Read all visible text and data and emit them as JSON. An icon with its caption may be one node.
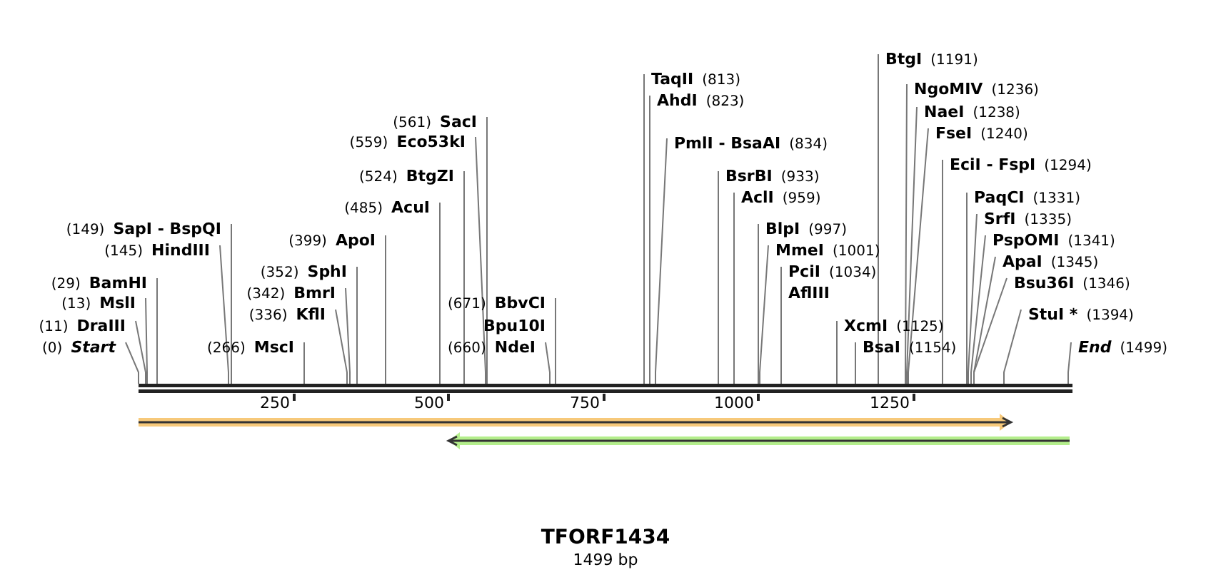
{
  "diagram": {
    "title": "TFORF1434",
    "caption": "1499 bp",
    "nodes": [
      {
        "text": [
          "(0)",
          "Start"
        ]
      },
      {
        "text": [
          "(11)",
          "DraIII"
        ]
      },
      {
        "text": [
          "(13)",
          "MslI"
        ]
      },
      {
        "text": [
          "(29)",
          "BamHI"
        ]
      },
      {
        "text": [
          "(145)",
          "HindIII"
        ]
      },
      {
        "text": [
          "(149)",
          "SapI - BspQI"
        ]
      },
      {
        "text": [
          "(266)",
          "MscI"
        ]
      },
      {
        "text": [
          "(336)",
          "KflI"
        ]
      },
      {
        "text": [
          "(342)",
          "BmrI"
        ]
      },
      {
        "text": [
          "(352)",
          "SphI"
        ]
      },
      {
        "text": [
          "(399)",
          "ApoI"
        ]
      },
      {
        "text": [
          "(485)",
          "AcuI"
        ]
      },
      {
        "text": [
          "(524)",
          "BtgZI"
        ]
      },
      {
        "text": [
          "(559)",
          "Eco53kI"
        ]
      },
      {
        "text": [
          "(561)",
          "SacI"
        ]
      },
      {
        "text": [
          "(660)",
          "NdeI"
        ]
      },
      {
        "text": [
          "Bpu10I"
        ]
      },
      {
        "text": [
          "(671)",
          "BbvCI"
        ]
      },
      {
        "text": [
          "TaqII",
          "(813)"
        ]
      },
      {
        "text": [
          "AhdI",
          "(823)"
        ]
      },
      {
        "text": [
          "PmlI - BsaAI",
          "(834)"
        ]
      },
      {
        "text": [
          "BsrBI",
          "(933)"
        ]
      },
      {
        "text": [
          "AclI",
          "(959)"
        ]
      },
      {
        "text": [
          "BlpI",
          "(997)"
        ]
      },
      {
        "text": [
          "MmeI",
          "(1001)"
        ]
      },
      {
        "text": [
          "PciI",
          "(1034)"
        ]
      },
      {
        "text": [
          "AflIII"
        ]
      },
      {
        "text": [
          "XcmI",
          "(1125)"
        ]
      },
      {
        "text": [
          "BsaI",
          "(1154)"
        ]
      },
      {
        "text": [
          "BtgI",
          "(1191)"
        ]
      },
      {
        "text": [
          "NgoMIV",
          "(1236)"
        ]
      },
      {
        "text": [
          "NaeI",
          "(1238)"
        ]
      },
      {
        "text": [
          "FseI",
          "(1240)"
        ]
      },
      {
        "text": [
          "EciI - FspI",
          "(1294)"
        ]
      },
      {
        "text": [
          "PaqCI",
          "(1331)"
        ]
      },
      {
        "text": [
          "SrfI",
          "(1335)"
        ]
      },
      {
        "text": [
          "PspOMI",
          "(1341)"
        ]
      },
      {
        "text": [
          "ApaI",
          "(1345)"
        ]
      },
      {
        "text": [
          "Bsu36I",
          "(1346)"
        ]
      },
      {
        "text": [
          "StuI *",
          "(1394)"
        ]
      },
      {
        "text": [
          "End",
          "(1499)"
        ]
      },
      {
        "text": [],
        "shape": "bar",
        "beside": [
          "250",
          "500",
          "750",
          "1000",
          "1250"
        ]
      }
    ],
    "edges": [
      {
        "from": 0,
        "to": 41,
        "arrow": "none"
      },
      {
        "from": 1,
        "to": 41,
        "arrow": "none"
      },
      {
        "from": 2,
        "to": 41,
        "arrow": "none"
      },
      {
        "from": 3,
        "to": 41,
        "arrow": "none"
      },
      {
        "from": 4,
        "to": 41,
        "arrow": "none"
      },
      {
        "from": 5,
        "to": 41,
        "arrow": "none"
      },
      {
        "from": 6,
        "to": 41,
        "arrow": "none"
      },
      {
        "from": 7,
        "to": 41,
        "arrow": "none"
      },
      {
        "from": 8,
        "to": 41,
        "arrow": "none"
      },
      {
        "from": 9,
        "to": 41,
        "arrow": "none"
      },
      {
        "from": 10,
        "to": 41,
        "arrow": "none"
      },
      {
        "from": 11,
        "to": 41,
        "arrow": "none"
      },
      {
        "from": 12,
        "to": 41,
        "arrow": "none"
      },
      {
        "from": 13,
        "to": 41,
        "arrow": "none"
      },
      {
        "from": 14,
        "to": 41,
        "arrow": "none"
      },
      {
        "from": 15,
        "to": 41,
        "arrow": "none"
      },
      {
        "from": 16,
        "to": 41,
        "arrow": "none"
      },
      {
        "from": 17,
        "to": 41,
        "arrow": "none"
      },
      {
        "from": 18,
        "to": 41,
        "arrow": "none"
      },
      {
        "from": 19,
        "to": 41,
        "arrow": "none"
      },
      {
        "from": 20,
        "to": 41,
        "arrow": "none"
      },
      {
        "from": 21,
        "to": 41,
        "arrow": "none"
      },
      {
        "from": 22,
        "to": 41,
        "arrow": "none"
      },
      {
        "from": 23,
        "to": 41,
        "arrow": "none"
      },
      {
        "from": 24,
        "to": 41,
        "arrow": "none"
      },
      {
        "from": 25,
        "to": 41,
        "arrow": "none"
      },
      {
        "from": 26,
        "to": 41,
        "arrow": "none"
      },
      {
        "from": 27,
        "to": 41,
        "arrow": "none"
      },
      {
        "from": 28,
        "to": 41,
        "arrow": "none"
      },
      {
        "from": 29,
        "to": 41,
        "arrow": "none"
      },
      {
        "from": 30,
        "to": 41,
        "arrow": "none"
      },
      {
        "from": 31,
        "to": 41,
        "arrow": "none"
      },
      {
        "from": 32,
        "to": 41,
        "arrow": "none"
      },
      {
        "from": 33,
        "to": 41,
        "arrow": "none"
      },
      {
        "from": 34,
        "to": 41,
        "arrow": "none"
      },
      {
        "from": 35,
        "to": 41,
        "arrow": "none"
      },
      {
        "from": 36,
        "to": 41,
        "arrow": "none"
      },
      {
        "from": 37,
        "to": 41,
        "arrow": "none"
      },
      {
        "from": 38,
        "to": 41,
        "arrow": "none"
      },
      {
        "from": 39,
        "to": 41,
        "arrow": "none"
      },
      {
        "from": 40,
        "to": 41,
        "arrow": "none"
      }
    ]
  }
}
